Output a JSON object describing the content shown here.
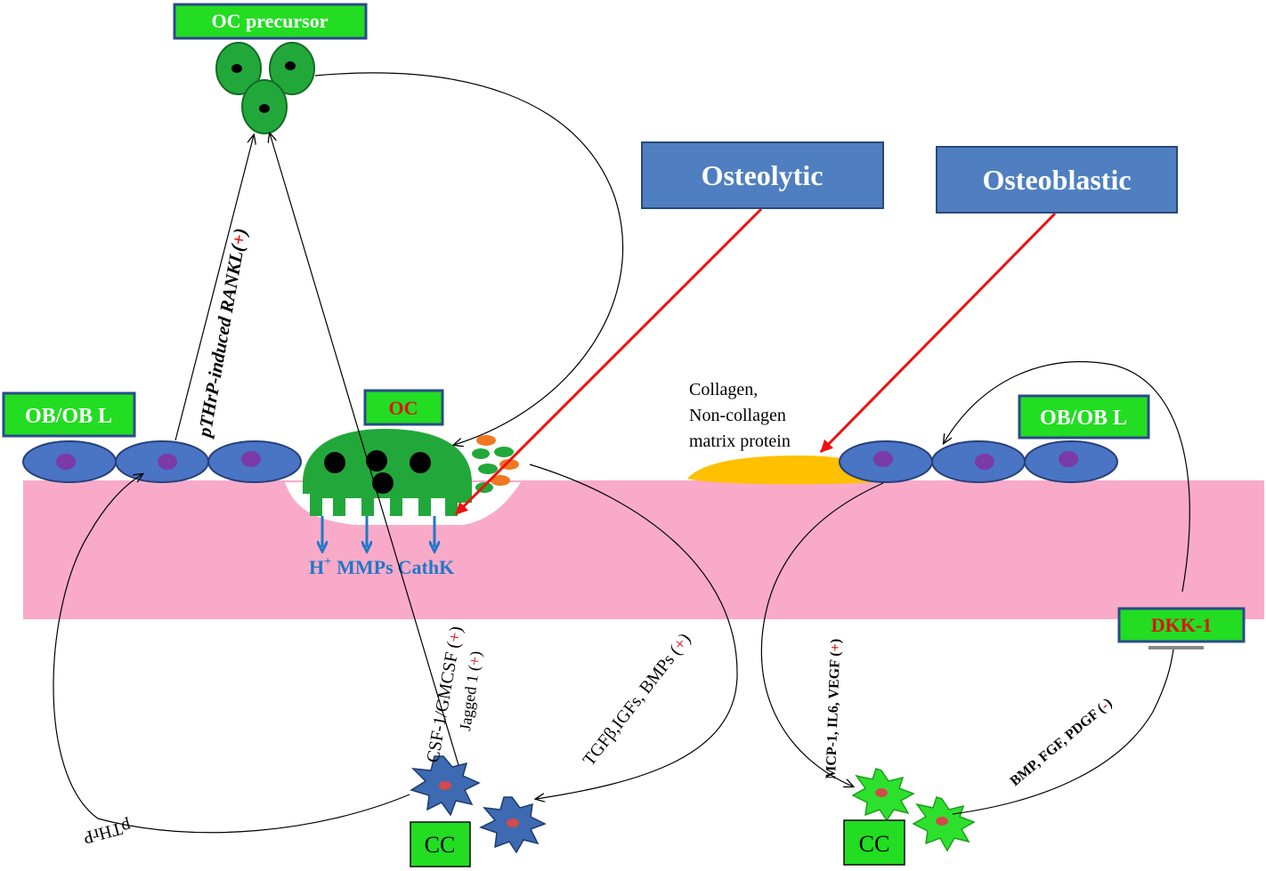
{
  "labels": {
    "oc_precursor": "OC precursor",
    "osteolytic": "Osteolytic",
    "osteoblastic": "Osteoblastic",
    "ob_left": "OB/OB L",
    "ob_right": "OB/OB L",
    "oc": "OC",
    "cc_left": "CC",
    "cc_right": "CC",
    "dkk1": "DKK-1"
  },
  "matrix_text": {
    "line1": "Collagen,",
    "line2": "Non-collagen",
    "line3": "matrix  protein"
  },
  "secretions": {
    "h": "H",
    "h_sup": "+",
    "mmps": "MMPs",
    "cathk": "CathK"
  },
  "pathways": {
    "rankl_text": "pTHrP-induced  RANKL(",
    "rankl_sign": "+",
    "rankl_close": ")",
    "csf_text": "CSF-1/GMCSF (",
    "csf_sign": "+",
    "csf_close": ")",
    "jagged_text": "Jagged 1 (",
    "jagged_sign": "+",
    "jagged_close": ")",
    "tgf_text": "TGFβ,IGFs, BMPs (",
    "tgf_sign": "+",
    "tgf_close": ")",
    "pthrp_text": "pTHrP",
    "mcp_text": "MCP-1, IL6, VEGF (",
    "mcp_sign": "+",
    "mcp_close": ")",
    "bmp_text": "BMP,  FGF,  PDGF (",
    "bmp_sign": "-",
    "bmp_close": ")"
  },
  "colors": {
    "bone": "#f9aac8",
    "oc_green": "#22a83a",
    "label_green": "#22dd22",
    "box_blue": "#4f7fc0",
    "red_sign": "#e11111",
    "secretion_blue": "#1f78c8",
    "ob_cell": "#4a74c4",
    "nucleus": "#7a3aa8",
    "cc_blue": "#3d6ab0",
    "cc_green": "#2ee02e",
    "matrix": "#ffc000"
  }
}
